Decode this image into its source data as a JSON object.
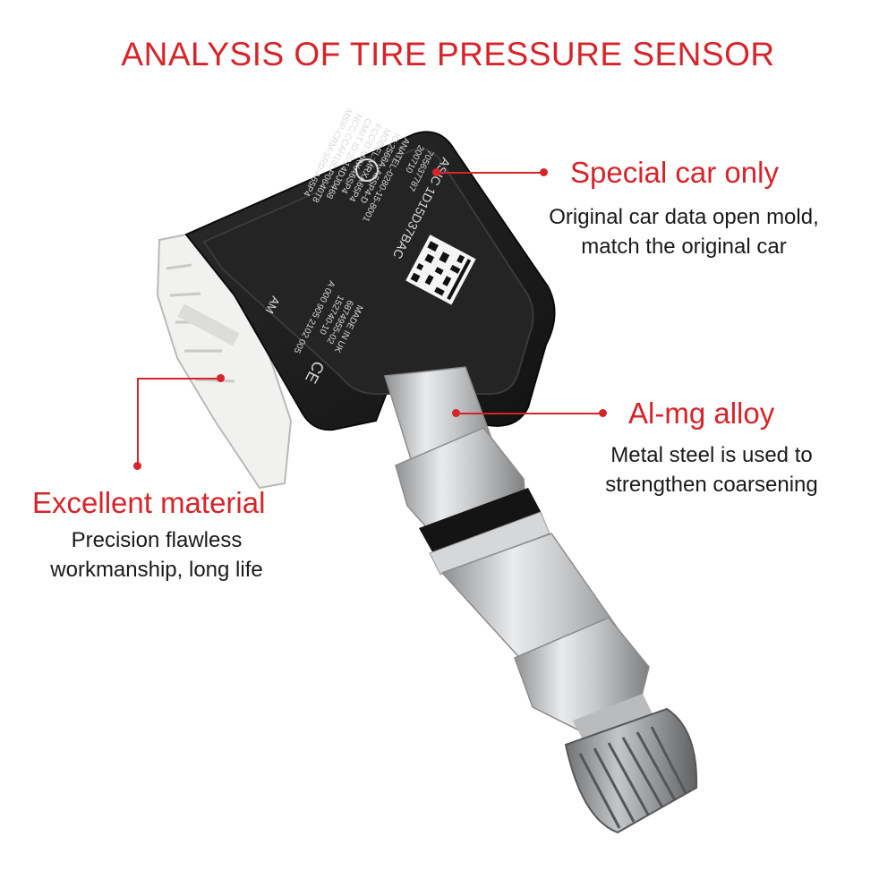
{
  "title": "ANALYSIS OF TIRE PRESSURE SENSOR",
  "callouts": {
    "special": {
      "heading": "Special car only",
      "lines": [
        "Original car data open mold,",
        "match the original car"
      ]
    },
    "alloy": {
      "heading": "Al-mg alloy",
      "lines": [
        "Metal steel is used to",
        "strengthen coarsening"
      ]
    },
    "material": {
      "heading": "Excellent material",
      "lines": [
        "Precision flawless",
        "workmanship, long life"
      ]
    }
  },
  "sensor_label": {
    "asic": "ASIC 1D15D37BAC",
    "lines": [
      "705637787",
      "200710",
      "ANATEL-0280-15-8001",
      "IC:2566A-A6SP4-D",
      "MODEL:MRXA65P4",
      "FCCID:MRXA6SP4",
      "CMIIT ID:2014DJ0468",
      "NCC:CCAH18LP0640T8",
      "MSIP-CRM-SRD-A65P4"
    ],
    "am": "AM",
    "made_in": "MADE IN UK",
    "part1": "6874955-02",
    "part2": "152740-10",
    "part3": "A 000 905 2102 005",
    "ce": "CE"
  },
  "colors": {
    "accent": "#d6242a",
    "text": "#1a1a1a",
    "sensor_body": "#1c1c1c",
    "valve_metal": "#c9cbcd"
  }
}
